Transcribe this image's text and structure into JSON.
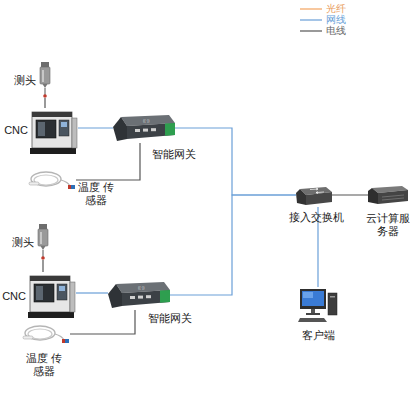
{
  "diagram": {
    "nodes": [
      {
        "text": [
          "测头"
        ]
      },
      {
        "text": [
          "CNC"
        ]
      },
      {
        "text": [
          "智能网关"
        ]
      },
      {
        "text": [
          "温度 传感器"
        ]
      },
      {
        "text": [
          "接入交换机"
        ]
      },
      {
        "text": [
          "云计算服 务器"
        ]
      },
      {
        "text": [
          "测头"
        ]
      },
      {
        "text": [
          "CNC"
        ]
      },
      {
        "text": [
          "智能网关"
        ]
      },
      {
        "text": [
          "温度 传感器"
        ]
      },
      {
        "text": [
          "客户端"
        ]
      }
    ],
    "edges": [
      {
        "from": 0,
        "to": 1,
        "arrow": "none"
      },
      {
        "from": 1,
        "to": 2,
        "arrow": "none"
      },
      {
        "from": 3,
        "to": 2,
        "arrow": "none"
      },
      {
        "from": 2,
        "to": 4,
        "arrow": "none"
      },
      {
        "from": 8,
        "to": 4,
        "arrow": "none"
      },
      {
        "from": 4,
        "to": 5,
        "arrow": "none"
      },
      {
        "from": 4,
        "to": 10,
        "arrow": "none"
      },
      {
        "from": 6,
        "to": 7,
        "arrow": "none"
      },
      {
        "from": 7,
        "to": 8,
        "arrow": "none"
      },
      {
        "from": 9,
        "to": 8,
        "arrow": "none"
      }
    ],
    "legend": [
      {
        "text": "光纤"
      },
      {
        "text": "网线"
      },
      {
        "text": "电线"
      }
    ]
  }
}
